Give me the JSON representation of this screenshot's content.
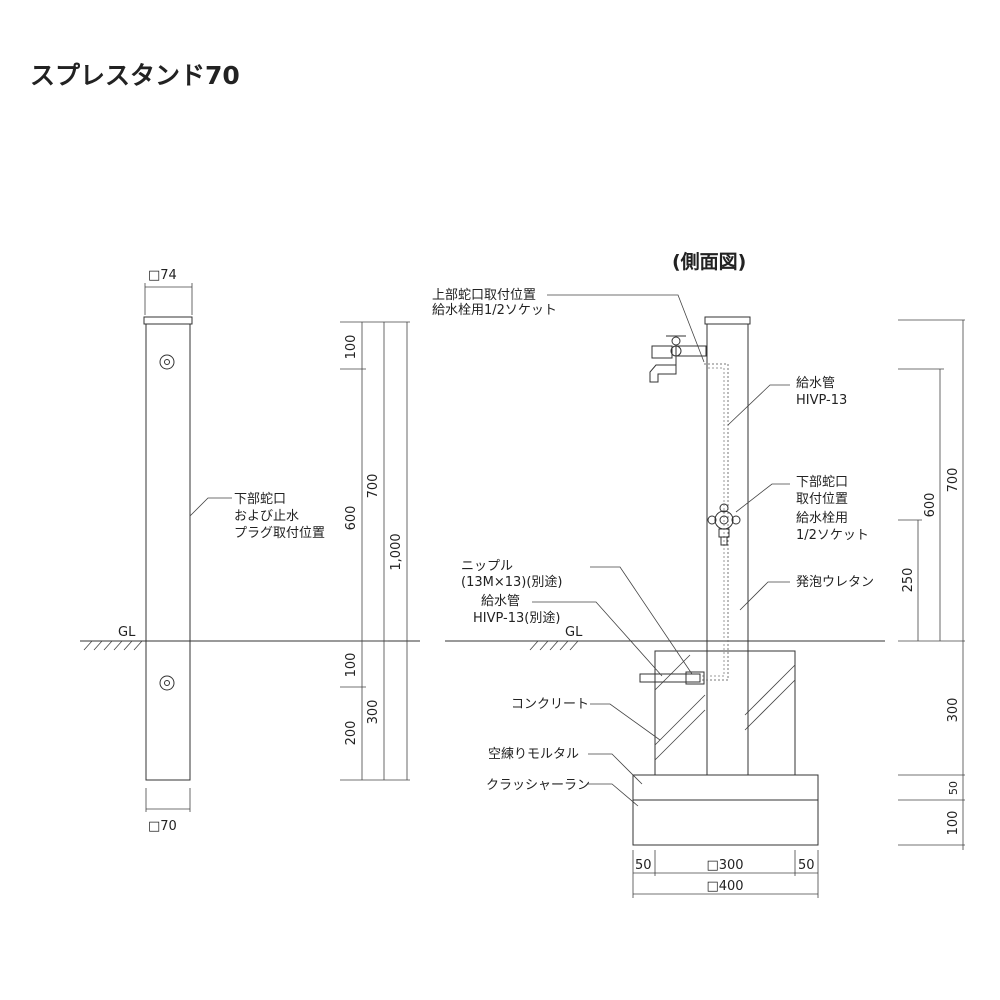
{
  "title": "スプレスタンド70",
  "front_view": {
    "top_size": "□74",
    "bottom_size": "□70",
    "gl_label": "GL",
    "callout_lower_faucet": [
      "下部蛇口",
      "および止水",
      "プラグ取付位置"
    ],
    "dims_inner": [
      "100",
      "600",
      "100",
      "200"
    ],
    "dims_mid": [
      "700",
      "300"
    ],
    "dims_total": "1,000"
  },
  "side_view": {
    "heading": "(側面図)",
    "callout_upper": [
      "上部蛇口取付位置",
      "給水栓用1/2ソケット"
    ],
    "callout_pipe": [
      "給水管",
      "HIVP-13"
    ],
    "callout_lower": [
      "下部蛇口",
      "取付位置",
      "給水栓用",
      "1/2ソケット"
    ],
    "callout_nipple": [
      "ニップル",
      "(13M×13)(別途)"
    ],
    "callout_supply": [
      "給水管",
      "HIVP-13(別途)"
    ],
    "callout_foam": "発泡ウレタン",
    "gl_label": "GL",
    "callout_concrete": "コンクリート",
    "callout_mortar": "空練りモルタル",
    "callout_crusher": "クラッシャーラン",
    "dims_right": [
      "700",
      "600",
      "250",
      "300",
      "50",
      "100"
    ],
    "dims_bottom": [
      "50",
      "□300",
      "50"
    ],
    "dims_base": "□400"
  }
}
